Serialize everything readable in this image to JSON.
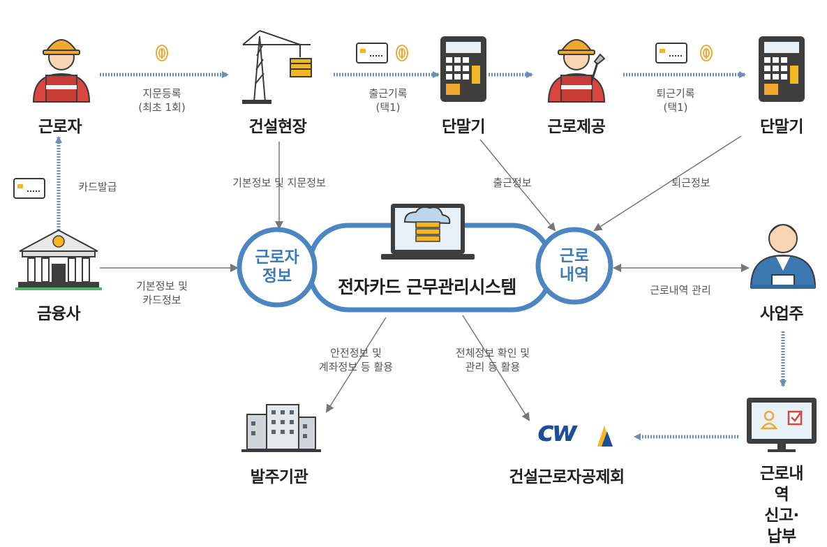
{
  "nodes": {
    "worker": "근로자",
    "site": "건설현장",
    "terminal_in": "단말기",
    "work": "근로제공",
    "terminal_out": "단말기",
    "bank": "금융사",
    "employer": "사업주",
    "client": "발주기관",
    "cw": "건설근로자공제회",
    "report": "근로내역\n신고·납부"
  },
  "center": {
    "system_title": "전자카드 근무관리시스템",
    "left_circle": "근로자\n정보",
    "right_circle": "근로\n내역"
  },
  "edges": {
    "fingerprint_register": "지문등록\n(최초 1회)",
    "checkin": "출근기록\n(택1)",
    "checkout": "퇴근기록\n(택1)",
    "card_issue": "카드발급",
    "basic_fingerprint": "기본정보 및 지문정보",
    "checkin_info": "출근정보",
    "checkout_info": "퇴근정보",
    "bank_info": "기본정보 및\n카드정보",
    "work_manage": "근로내역 관리",
    "safety_account": "안전정보 및\n계좌정보 등 활용",
    "all_info": "전체정보 확인 및\n관리 등 활용"
  },
  "logo": {
    "cw_text": "cw"
  },
  "colors": {
    "arrow_blue": "#6b8eb6",
    "circle_stroke": "#4b86c2",
    "circle_text": "#3b7bb8",
    "cw_blue": "#1d4f98",
    "cw_yellow": "#f2b722",
    "helmet": "#f0a830",
    "vest": "#d9453f",
    "dark": "#3a3a3a"
  },
  "icons": [
    "worker-icon",
    "crane-icon",
    "terminal-icon",
    "worker-tool-icon",
    "bank-icon",
    "employer-icon",
    "building-icon",
    "monitor-report-icon",
    "fingerprint-icon",
    "card-icon",
    "laptop-server-icon"
  ]
}
